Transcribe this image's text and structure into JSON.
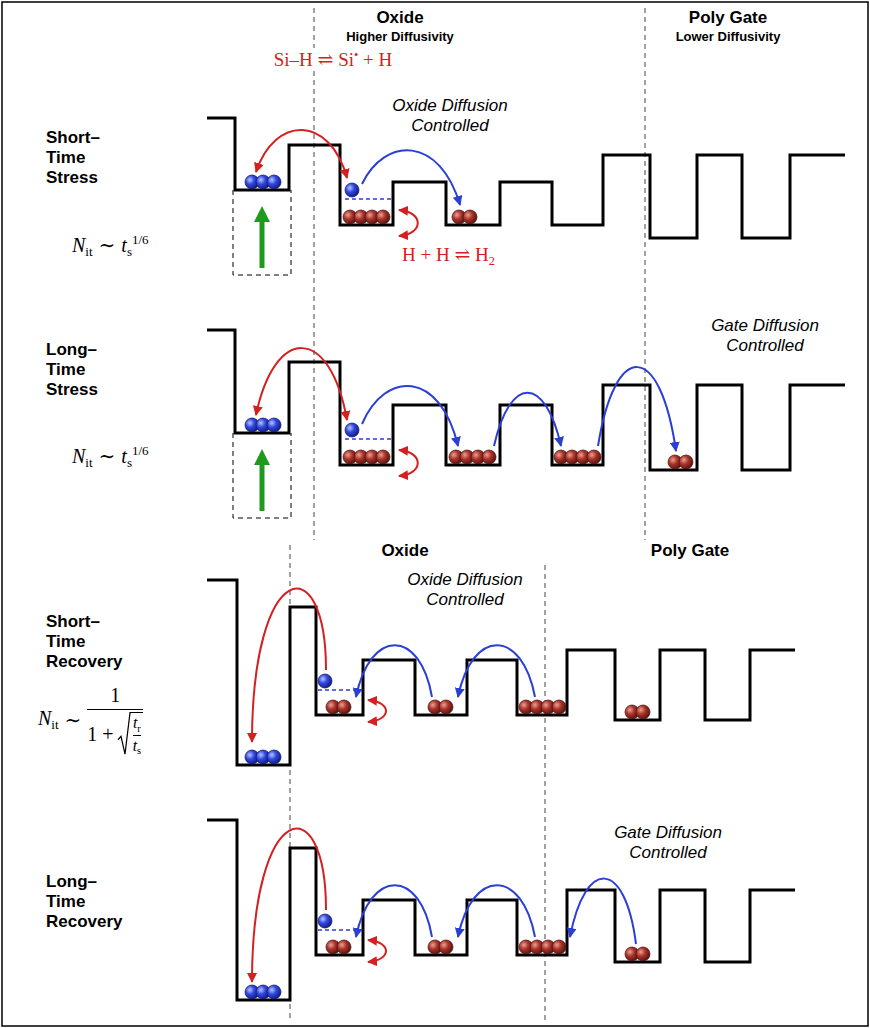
{
  "diagram": {
    "labels": [
      "Oxide",
      "Higher Diffusivity",
      "Poly Gate",
      "Lower Diffusivity",
      "Si–H ⇌ Si",
      "•",
      "+ H",
      "Oxide Diffusion Controlled",
      "Short–Time Stress",
      "N",
      "it",
      "∼",
      "t",
      "s",
      "1/6",
      "H + H ⇌ H",
      "2",
      "Long–Time Stress",
      "Gate Diffusion Controlled",
      "N",
      "it",
      "∼",
      "t",
      "s",
      "1/6",
      "Oxide",
      "Poly Gate",
      "Oxide Diffusion Controlled",
      "Short–Time Recovery",
      "N",
      "it",
      "∼",
      "1",
      "1 +",
      "t",
      "r",
      "t",
      "s",
      "Gate Diffusion Controlled",
      "Long–Time Recovery"
    ]
  }
}
